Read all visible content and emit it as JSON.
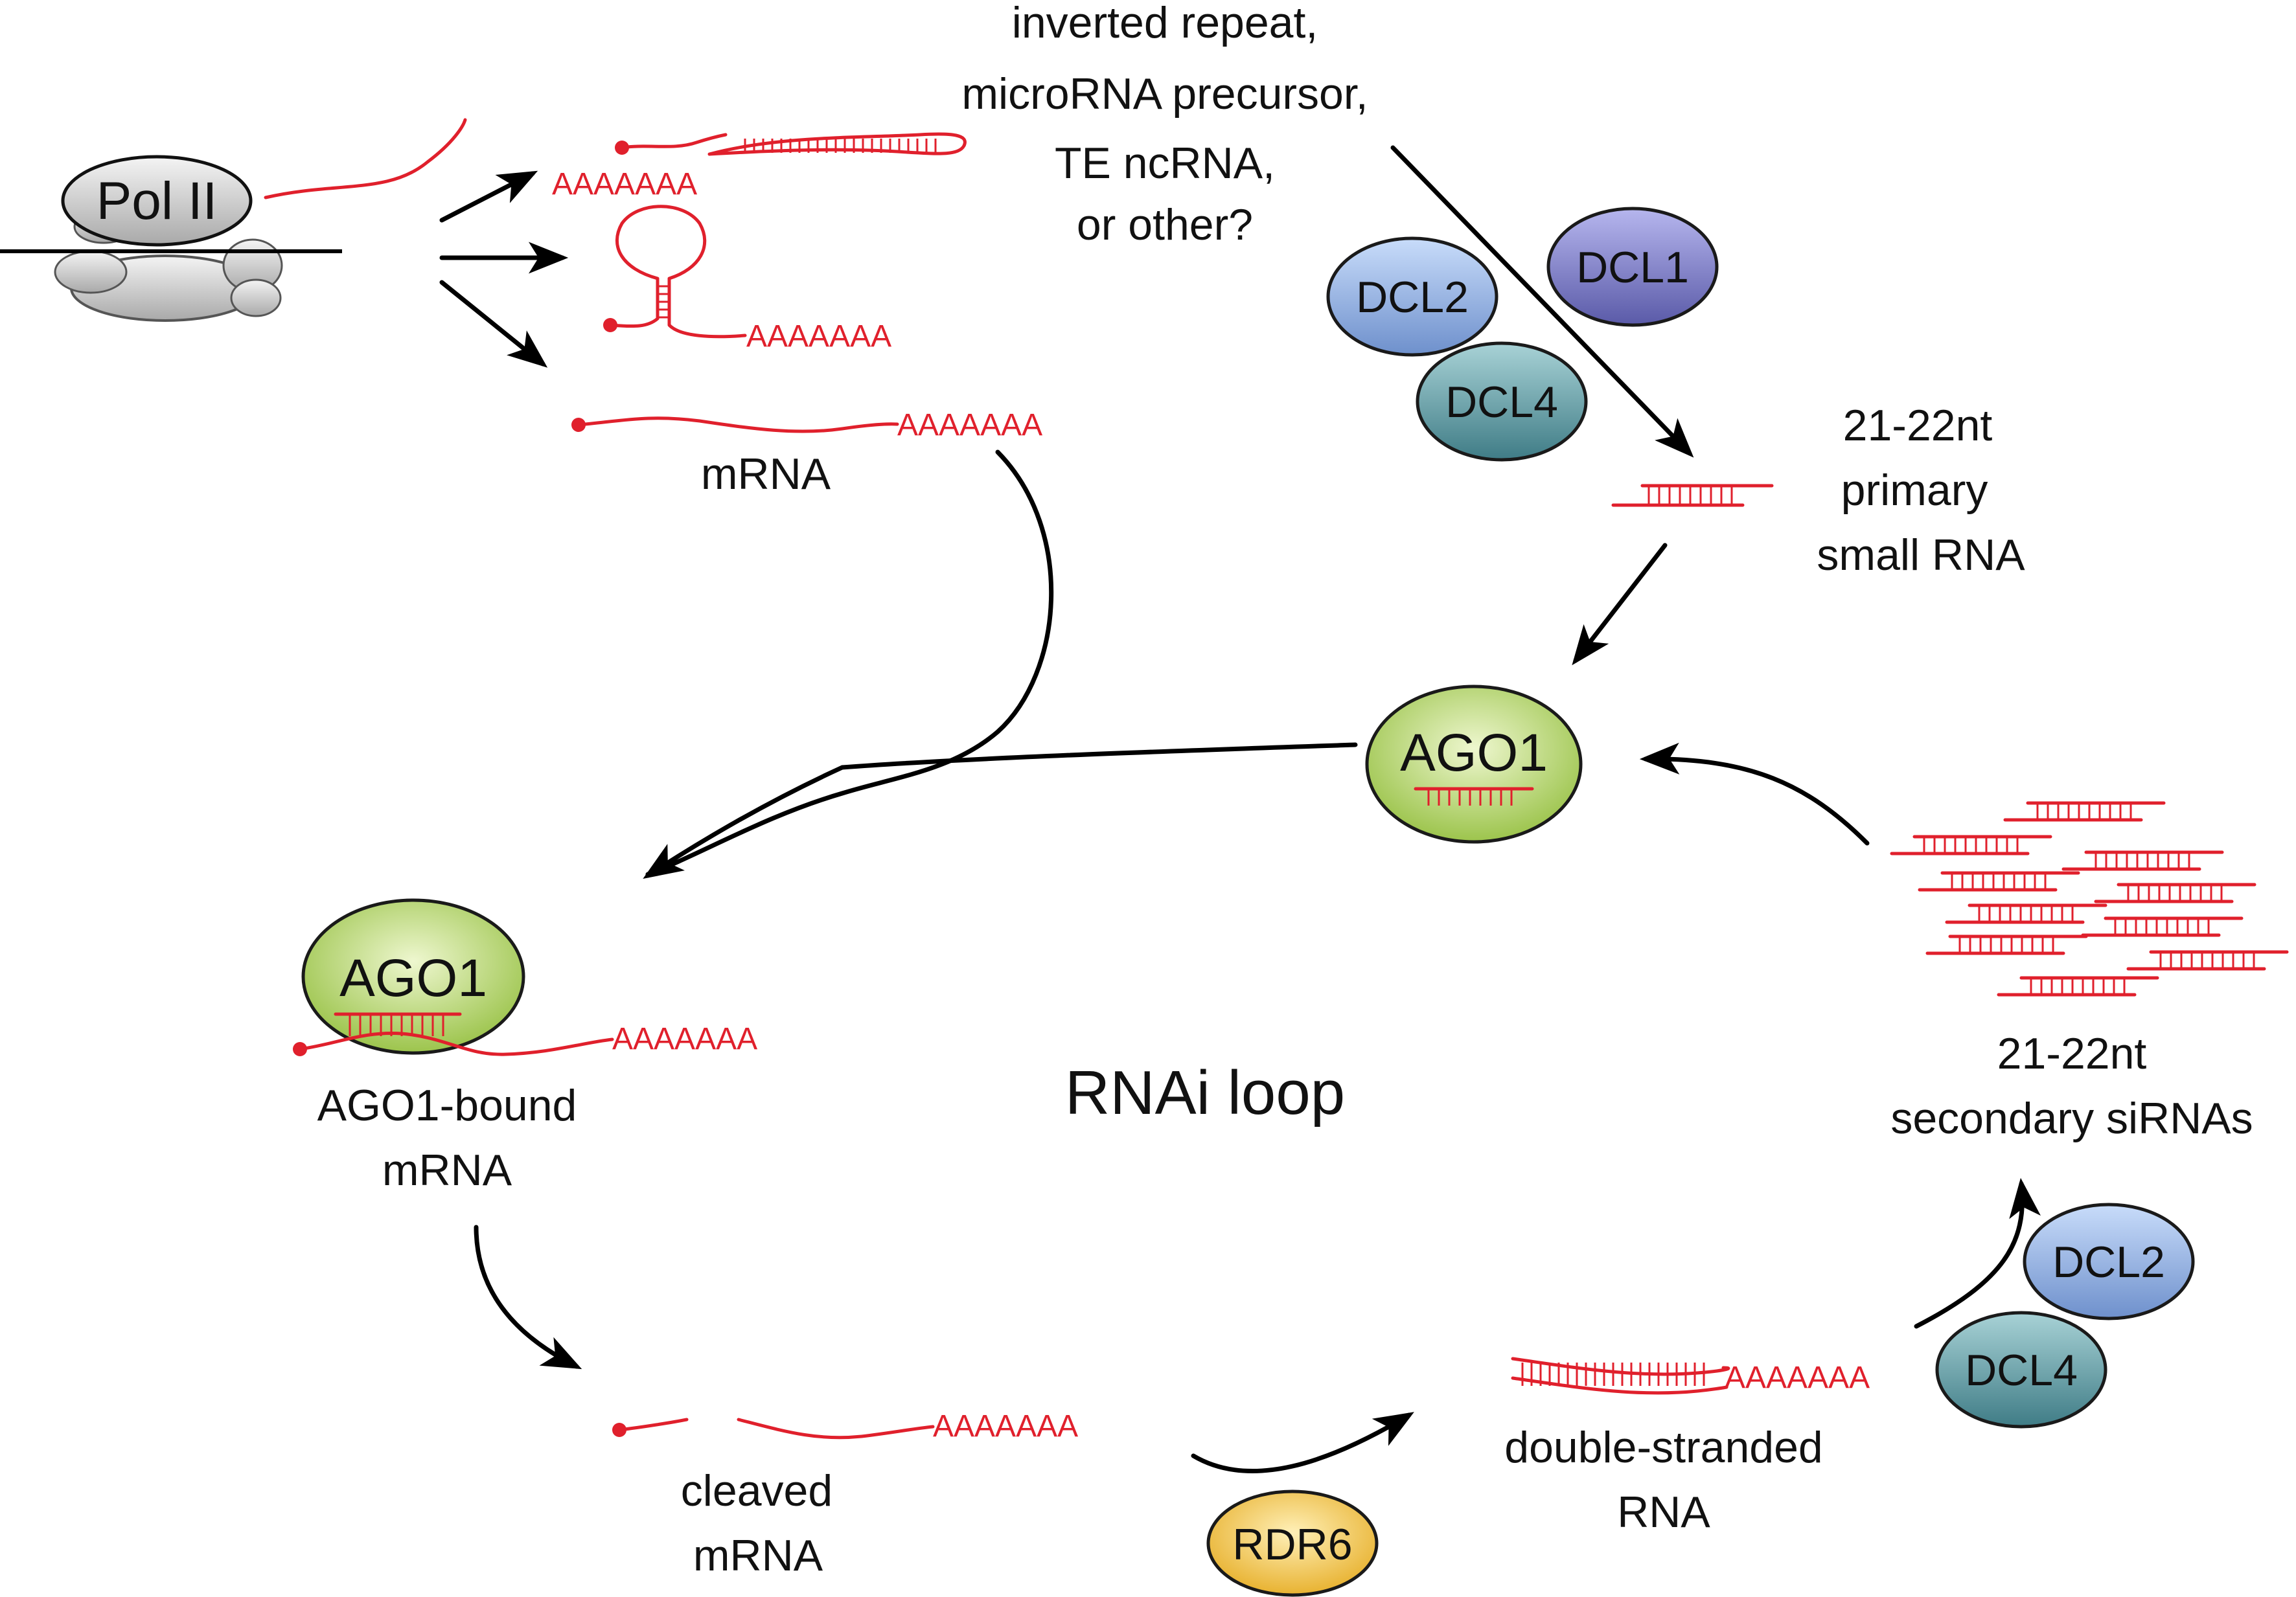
{
  "labels": {
    "pol2": "Pol II",
    "source_line1": "inverted repeat,",
    "source_line2": "microRNA precursor,",
    "source_line3": "TE ncRNA,",
    "source_line4": "or other?",
    "mrna": "mRNA",
    "primary_line1": "21-22nt",
    "primary_line2": "primary",
    "primary_line3": "small RNA",
    "bound_line1": "AGO1-bound",
    "bound_line2": "mRNA",
    "cleaved_line1": "cleaved",
    "cleaved_line2": "mRNA",
    "dsrna_line1": "double-stranded",
    "dsrna_line2": "RNA",
    "secondary_line1": "21-22nt",
    "secondary_line2": "secondary siRNAs",
    "loop_title": "RNAi loop",
    "polya": "AAAAAAA"
  },
  "enzymes": {
    "dcl1": "DCL1",
    "dcl2": "DCL2",
    "dcl4": "DCL4",
    "ago1": "AGO1",
    "rdr6": "RDR6"
  },
  "colors": {
    "rna": "#e0202c",
    "arrow": "#000000",
    "pol2": "#cfcfcf",
    "dcl1": "#7f7fd0",
    "dcl2": "#8fb0e6",
    "dcl4": "#5f9ea6",
    "ago1": "#b5d96a",
    "rdr6": "#f2c24a"
  }
}
